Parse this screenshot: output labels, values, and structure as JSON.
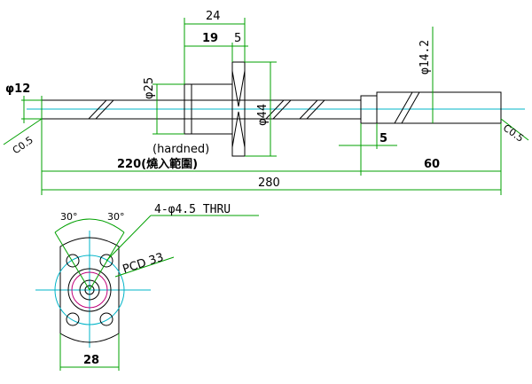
{
  "diagram": {
    "labels": {
      "flange_width": "24",
      "flange_offset": "19",
      "flange_thickness": "5",
      "nut_diameter": "φ25",
      "flange_diameter": "φ44",
      "shaft_diameter": "φ12",
      "journal_diameter": "φ14.2",
      "chamfer_left": "C0.5",
      "chamfer_right": "C0.5",
      "hardened_note": "(hardned)",
      "hardened_length": "220(燒入範圍)",
      "journal_length": "60",
      "end_step": "5",
      "total_length": "280",
      "angle_left": "30°",
      "angle_right": "30°",
      "hole_spec": "4-φ4.5  THRU",
      "pcd": "PCD 33",
      "flange_cut_width": "28"
    },
    "colors": {
      "dimension_lines": "#00a000",
      "outline": "#000000",
      "center_lines": "#00b4c8",
      "accent_circle": "#c0007a"
    }
  }
}
